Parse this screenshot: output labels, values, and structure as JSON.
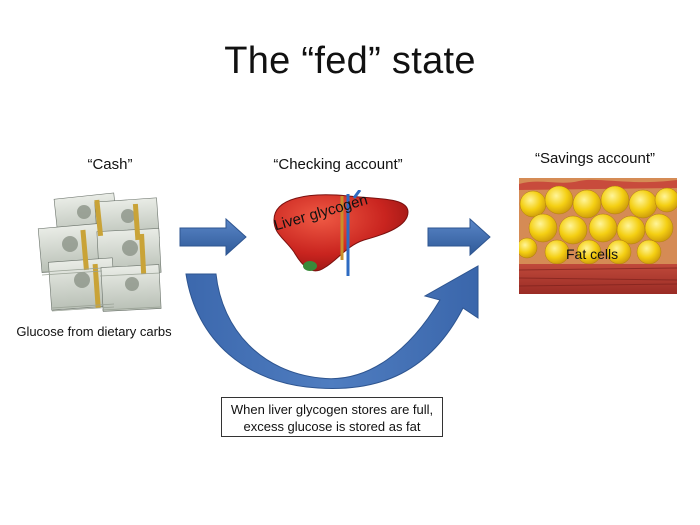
{
  "title": "The “fed” state",
  "cash": {
    "label": "“Cash”",
    "caption": "Glucose from dietary carbs"
  },
  "checking": {
    "label": "“Checking account”",
    "inner_label": "Liver glycogen"
  },
  "savings": {
    "label": "“Savings account”",
    "inner_label": "Fat cells"
  },
  "note": {
    "line1": "When liver glycogen stores are full,",
    "line2": "excess glucose is stored as fat"
  },
  "colors": {
    "arrow": "#3f6eb5",
    "arrow_dark": "#2e5590",
    "liver": "#c9241f",
    "fat_yellow": "#f2c400",
    "tissue_red": "#b8362f"
  },
  "icons": {
    "money": "money-stack-icon",
    "liver": "liver-icon",
    "fat": "fat-cells-icon"
  }
}
